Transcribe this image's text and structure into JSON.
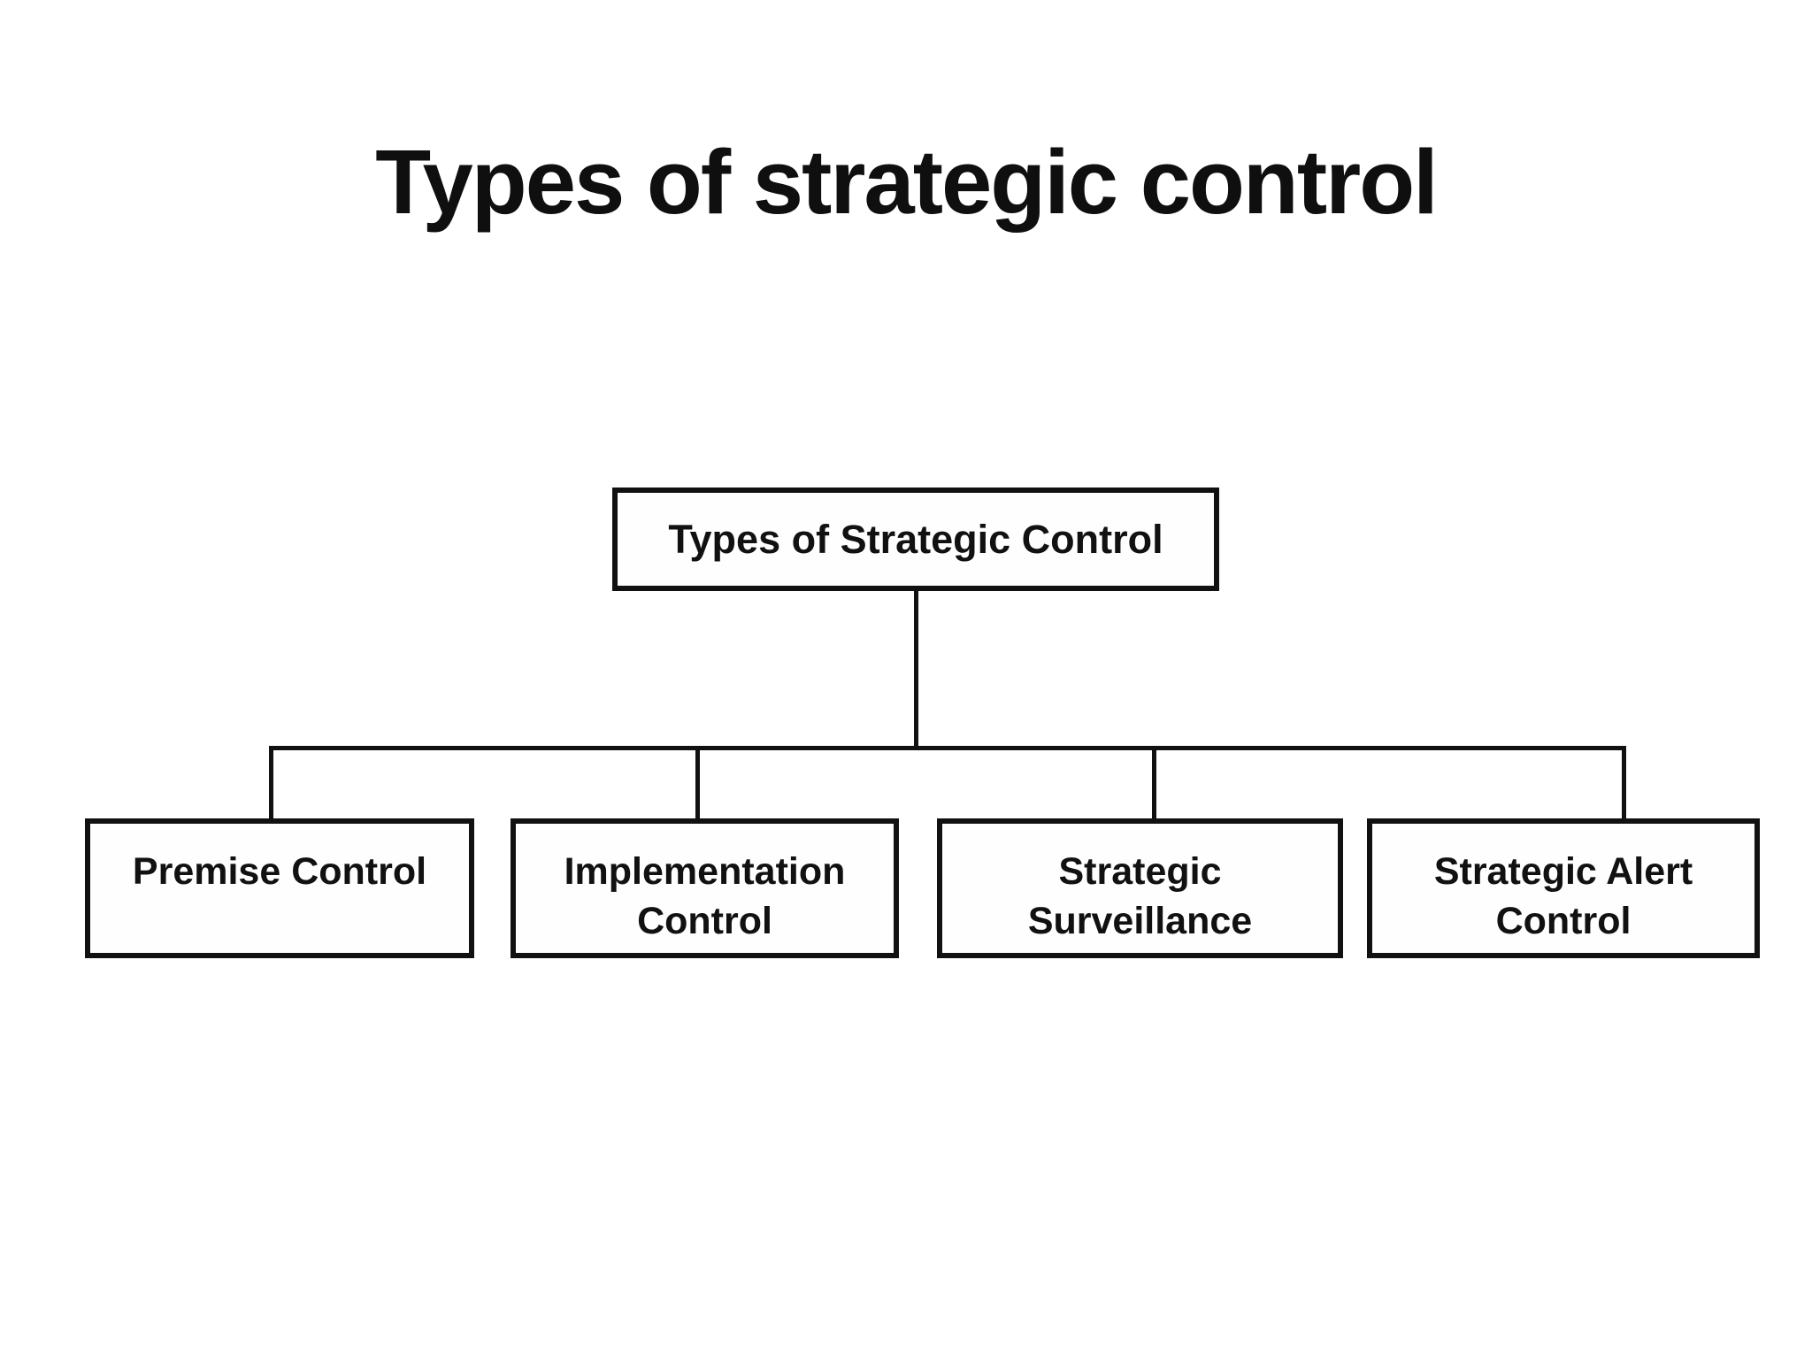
{
  "slide": {
    "title": "Types of strategic control",
    "background_color": "#ffffff",
    "title_color": "#0f0f0f"
  },
  "diagram": {
    "type": "hierarchy",
    "line_color": "#111111",
    "box_border_color": "#111111",
    "box_fill_color": "#fffefe",
    "box_text_color": "#111111",
    "root": {
      "label": "Types of Strategic Control",
      "lines": [
        "Types of Strategic Control"
      ]
    },
    "children": [
      {
        "label": "Premise Control",
        "lines": [
          "Premise Control"
        ]
      },
      {
        "label": "Implementation Control",
        "lines": [
          "Implementation",
          "Control"
        ]
      },
      {
        "label": "Strategic Surveillance",
        "lines": [
          "Strategic",
          "Surveillance"
        ]
      },
      {
        "label": "Strategic Alert Control",
        "lines": [
          "Strategic Alert",
          "Control"
        ]
      }
    ]
  }
}
